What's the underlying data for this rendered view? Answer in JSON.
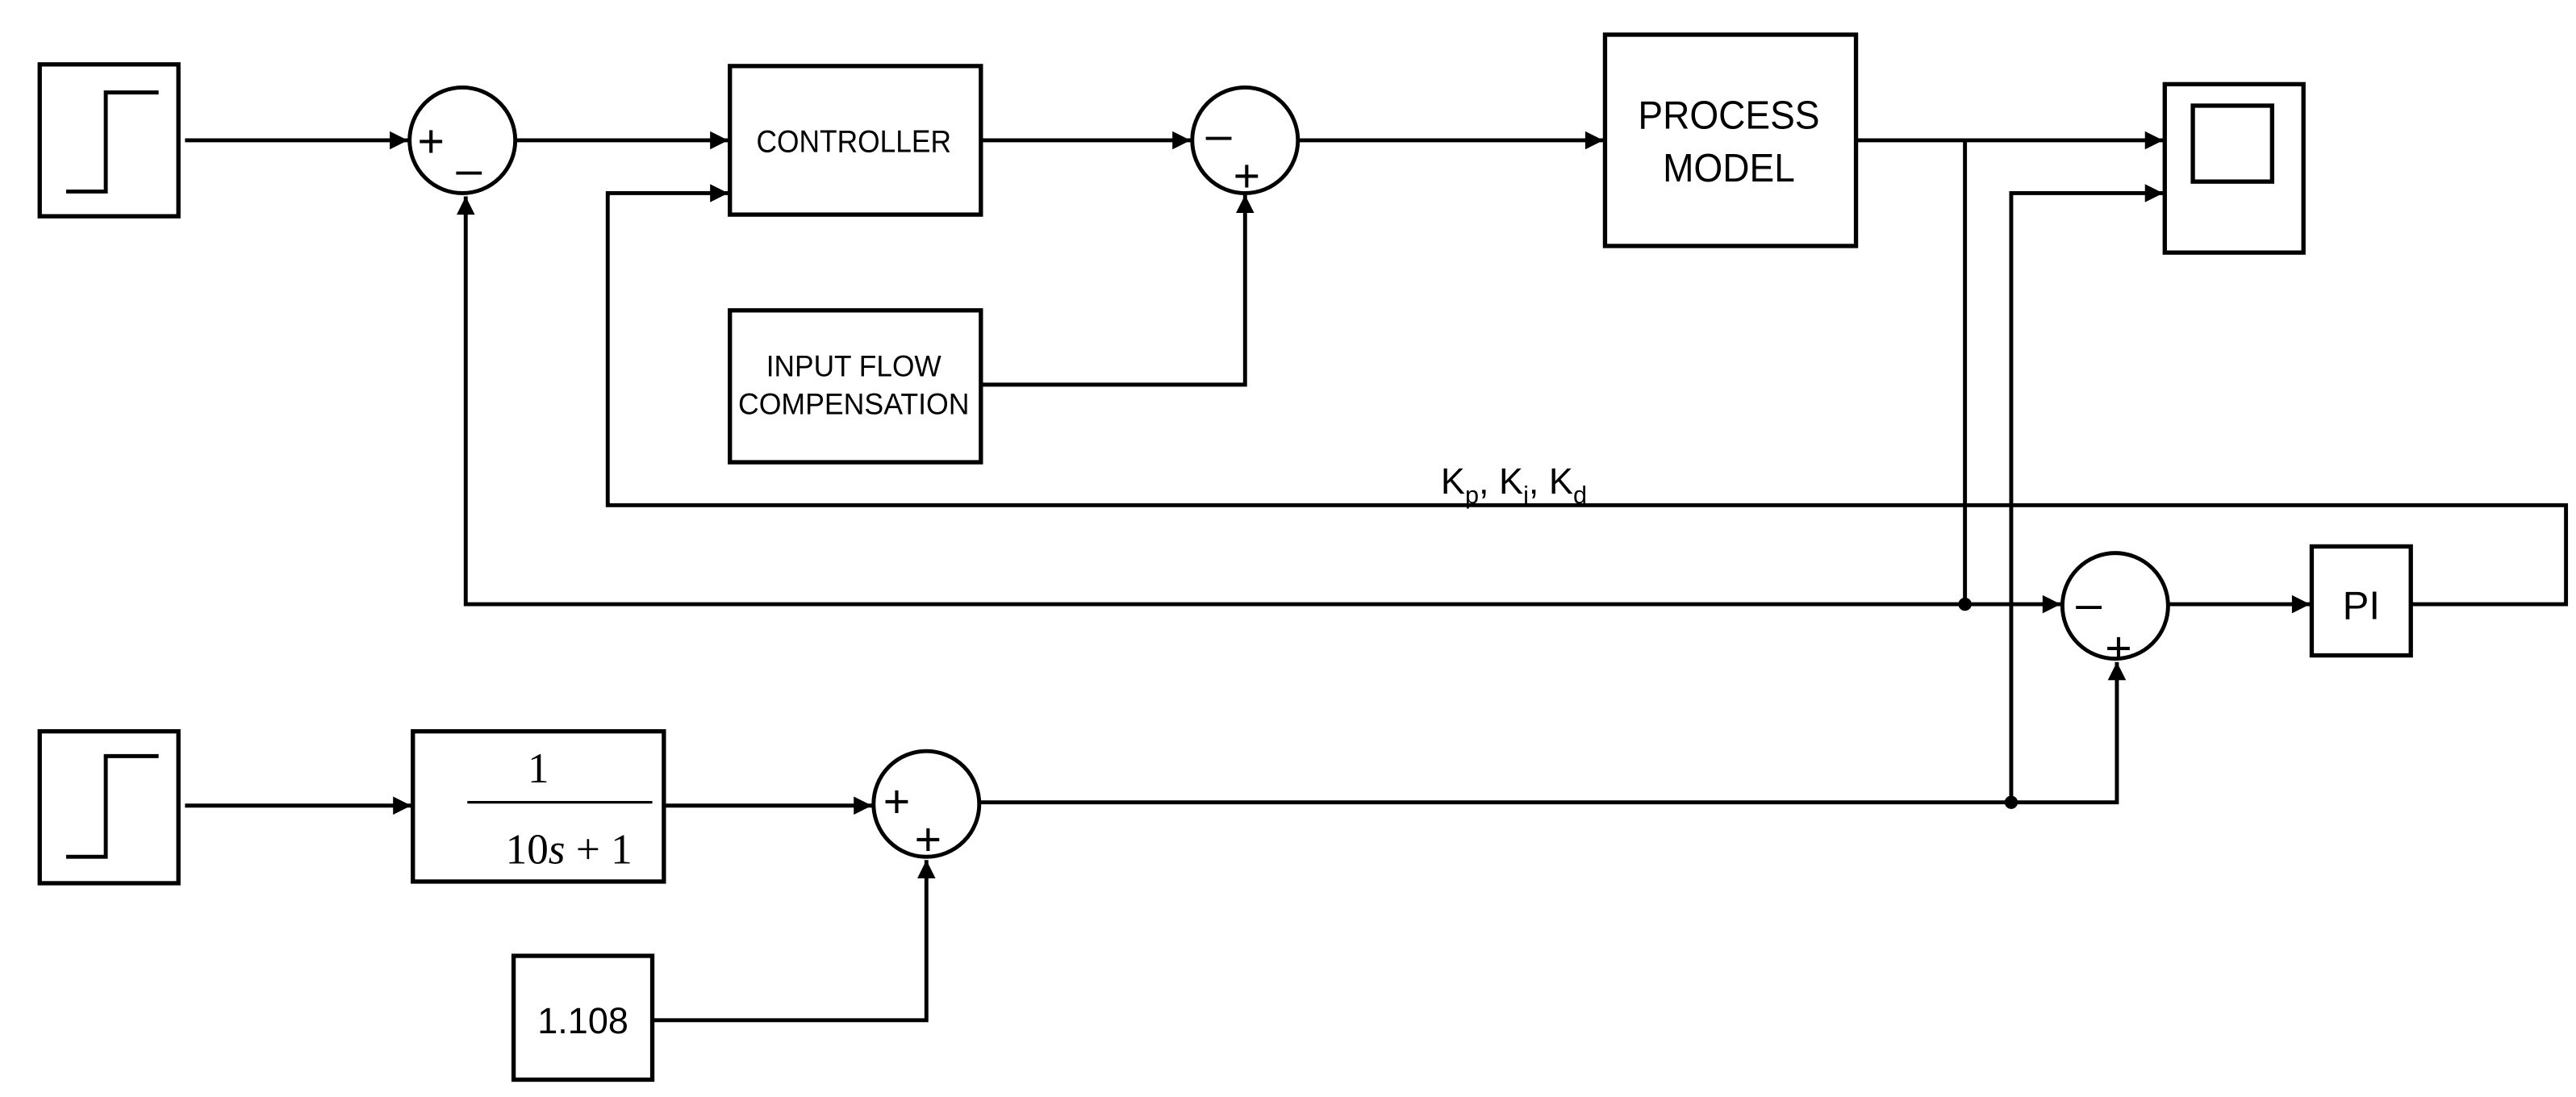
{
  "blocks": {
    "step_reference": {
      "icon": "step-icon"
    },
    "step_input_flow": {
      "icon": "step-icon"
    },
    "controller": {
      "label": "CONTROLLER"
    },
    "process_model": {
      "label_lines": [
        "PROCESS",
        "MODEL"
      ]
    },
    "input_flow_compensation": {
      "label_lines": [
        "INPUT FLOW",
        "COMPENSATION"
      ]
    },
    "scope": {
      "icon": "scope-icon"
    },
    "pi": {
      "label": "PI"
    },
    "transfer_function": {
      "numerator": "1",
      "denominator": {
        "coefficient": "10",
        "variable": "s",
        "rest": " + 1"
      }
    },
    "constant": {
      "value": "1.108"
    }
  },
  "sums": {
    "sum_error": {
      "signs": [
        "+",
        "–"
      ]
    },
    "sum_compensation": {
      "signs": [
        "–",
        "+"
      ]
    },
    "sum_tuning": {
      "signs": [
        "–",
        "+"
      ]
    },
    "sum_input_flow": {
      "signs": [
        "+",
        "+"
      ]
    }
  },
  "signals": {
    "gains_label": {
      "separator": ", ",
      "gains": [
        {
          "symbol": "K",
          "subscript": "p"
        },
        {
          "symbol": "K",
          "subscript": "i"
        },
        {
          "symbol": "K",
          "subscript": "d"
        }
      ]
    }
  }
}
